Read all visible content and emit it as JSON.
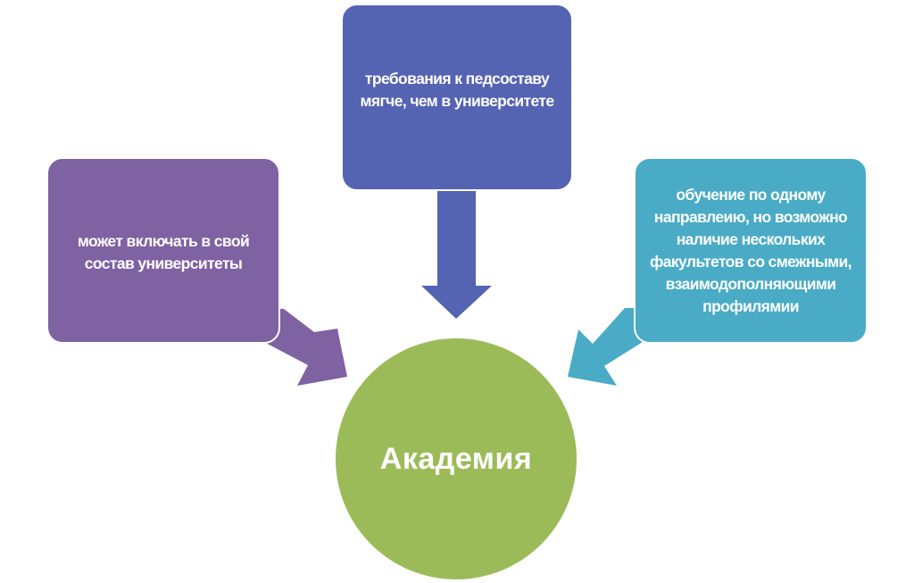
{
  "center": {
    "label": "Академия",
    "color": "#9bbb59"
  },
  "nodes": {
    "top": {
      "text": "требования к педсоставу мягче, чем в университете",
      "color": "#5563b3"
    },
    "left": {
      "text": "может включать в свой состав университеты",
      "color": "#7f62a2"
    },
    "right": {
      "text": "обучение по одному направлеию, но возможно наличие нескольких факультетов со смежными, взаимодополняющими профилямии",
      "color": "#4aabc6"
    }
  }
}
